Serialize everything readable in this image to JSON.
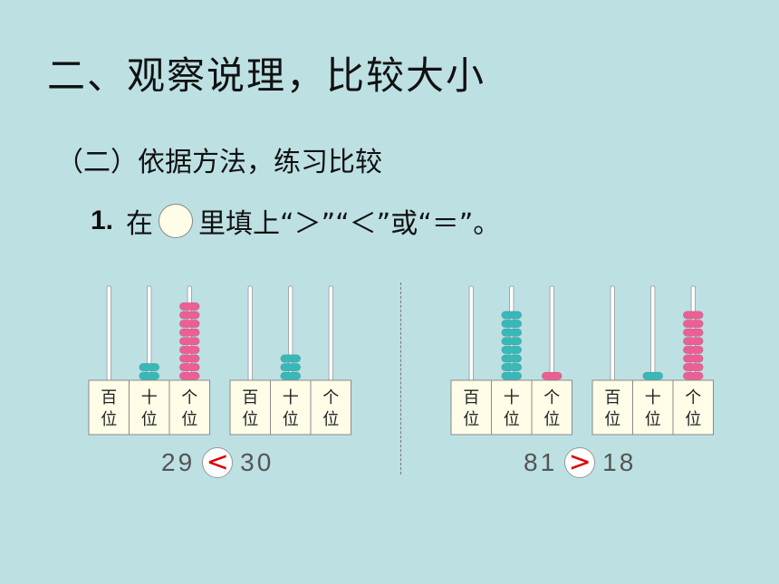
{
  "title": "二、观察说理，比较大小",
  "subtitle": "（二）依据方法，练习比较",
  "question": {
    "number": "1.",
    "prefix": "在",
    "suffix": "里填上“＞”“＜”或“＝”。"
  },
  "place_labels": [
    "百位",
    "十位",
    "个位"
  ],
  "colors": {
    "background": "#bde0e3",
    "tens_bead": "#39b8b8",
    "ones_bead": "#ec5f95",
    "answer": "#e00000"
  },
  "abacuses": [
    {
      "hundreds": 0,
      "tens": 2,
      "ones": 9
    },
    {
      "hundreds": 0,
      "tens": 3,
      "ones": 0
    },
    {
      "hundreds": 0,
      "tens": 8,
      "ones": 1
    },
    {
      "hundreds": 0,
      "tens": 1,
      "ones": 8
    }
  ],
  "comparisons": [
    {
      "left": "29",
      "symbol": "<",
      "right": "30"
    },
    {
      "left": "81",
      "symbol": ">",
      "right": "18"
    }
  ]
}
